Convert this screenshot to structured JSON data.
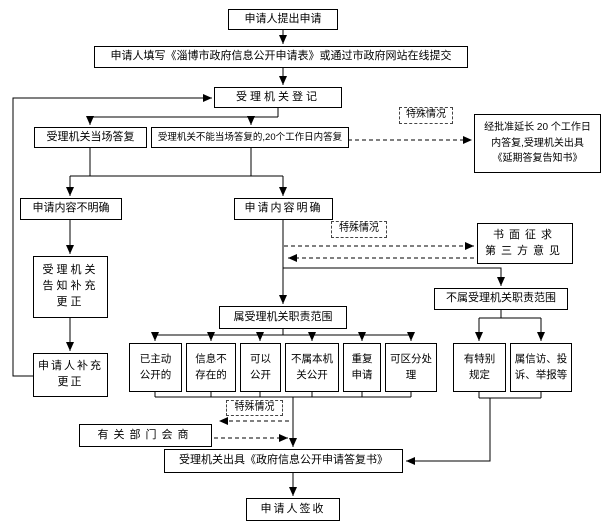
{
  "flowchart": {
    "nodes": {
      "start": "申请人提出申请",
      "fill_form": "申请人填写《淄博市政府信息公开申请表》或通过市政府网站在线提交",
      "register": "受理机关登记",
      "special_case_1": "特殊情况",
      "onsite_reply": "受理机关当场答复",
      "delayed_reply": "受理机关不能当场答复的,20个工作日内答复",
      "extension_notice": "经批准延长 20 个工作日\n内答复,受理机关出具\n《延期答复告知书》",
      "content_unclear": "申请内容不明确",
      "content_clear": "申请内容明确",
      "special_case_2": "特殊情况",
      "third_party_opinion": "书面征求\n第三方意见",
      "notify_supplement": "受理机关\n告知补充\n更正",
      "in_scope": "属受理机关职责范围",
      "out_of_scope": "不属受理机关职责范围",
      "applicant_supplement": "申请人补充\n更正",
      "already_public": "已主动\n公开的",
      "info_not_exist": "信息不\n存在的",
      "can_disclose": "可以\n公开",
      "other_org_disclose": "不属本机\n关公开",
      "repeat_request": "重复\n申请",
      "separable_handling": "可区分处\n理",
      "special_provision": "有特别\n规定",
      "petition_complaint": "属信访、投\n诉、举报等",
      "special_case_3": "特殊情况",
      "department_consultation": "有关部门会商",
      "reply_document": "受理机关出具《政府信息公开申请答复书》",
      "sign_receipt": "申请人签收"
    }
  }
}
